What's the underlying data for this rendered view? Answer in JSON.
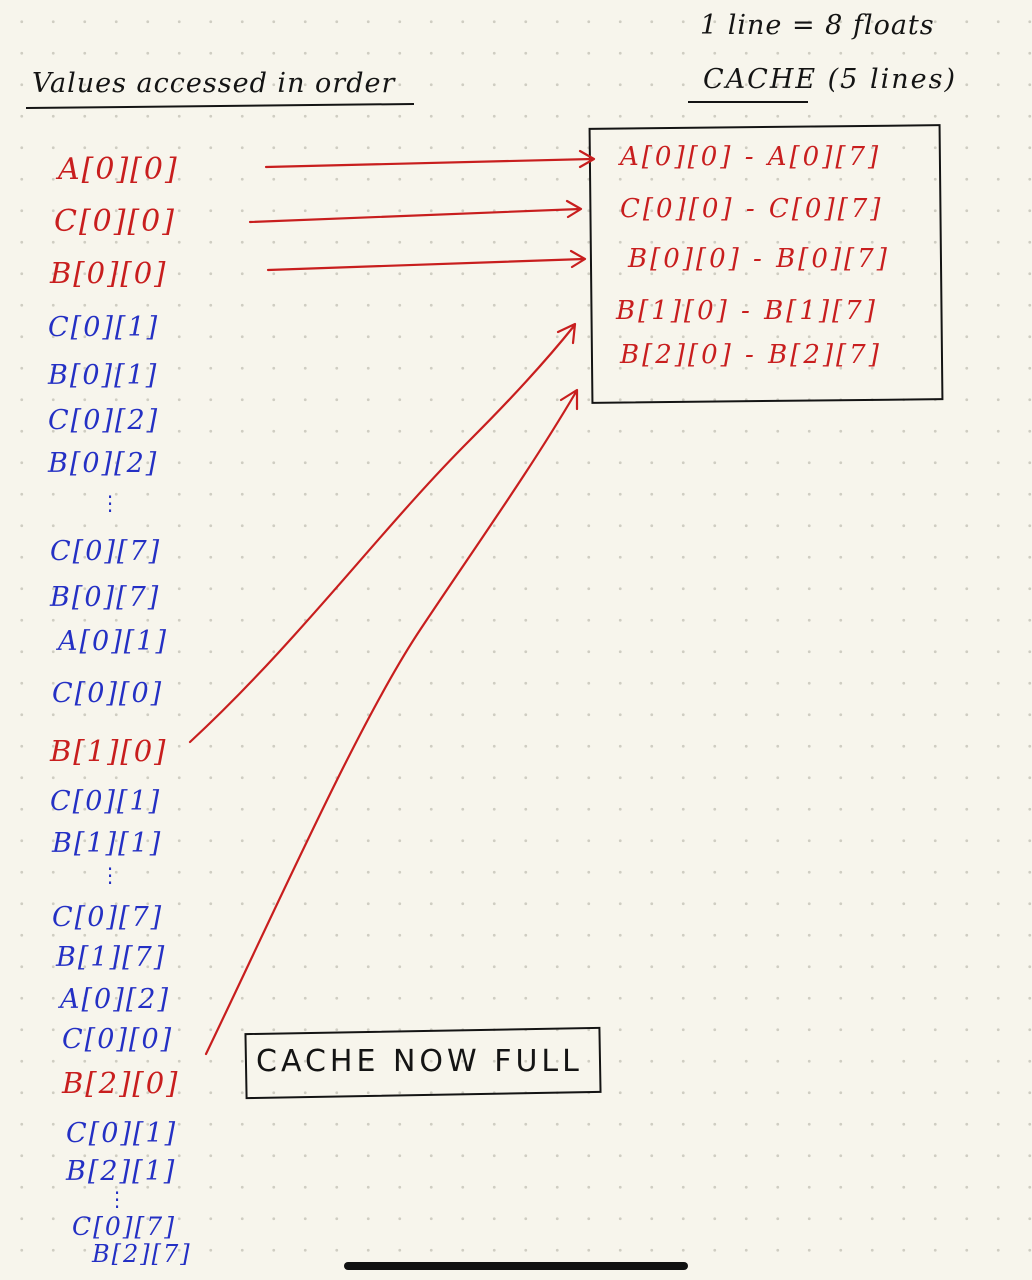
{
  "header": {
    "left_title": "Values accessed in order",
    "line_note": "1 line = 8 floats",
    "cache_title": "CACHE (5 lines)"
  },
  "cache": {
    "lines": [
      "A[0][0] - A[0][7]",
      "C[0][0] - C[0][7]",
      "B[0][0] - B[0][7]",
      "B[1][0] - B[1][7]",
      "B[2][0] - B[2][7]"
    ]
  },
  "accesses": [
    {
      "label": "A[0][0]",
      "color": "red"
    },
    {
      "label": "C[0][0]",
      "color": "red"
    },
    {
      "label": "B[0][0]",
      "color": "red"
    },
    {
      "label": "C[0][1]",
      "color": "blue"
    },
    {
      "label": "B[0][1]",
      "color": "blue"
    },
    {
      "label": "C[0][2]",
      "color": "blue"
    },
    {
      "label": "B[0][2]",
      "color": "blue"
    },
    {
      "label": "C[0][7]",
      "color": "blue"
    },
    {
      "label": "B[0][7]",
      "color": "blue"
    },
    {
      "label": "A[0][1]",
      "color": "blue"
    },
    {
      "label": "C[0][0]",
      "color": "blue"
    },
    {
      "label": "B[1][0]",
      "color": "red"
    },
    {
      "label": "C[0][1]",
      "color": "blue"
    },
    {
      "label": "B[1][1]",
      "color": "blue"
    },
    {
      "label": "C[0][7]",
      "color": "blue"
    },
    {
      "label": "B[1][7]",
      "color": "blue"
    },
    {
      "label": "A[0][2]",
      "color": "blue"
    },
    {
      "label": "C[0][0]",
      "color": "blue"
    },
    {
      "label": "B[2][0]",
      "color": "red"
    },
    {
      "label": "C[0][1]",
      "color": "blue"
    },
    {
      "label": "B[2][1]",
      "color": "blue"
    },
    {
      "label": "C[0][7]",
      "color": "blue"
    },
    {
      "label": "B[2][7]",
      "color": "blue"
    }
  ],
  "status_box": {
    "text": "CACHE NOW FULL"
  },
  "colors": {
    "red": "#c81e1e",
    "blue": "#2430c4",
    "ink": "#141414",
    "paper": "#f7f5ec"
  }
}
